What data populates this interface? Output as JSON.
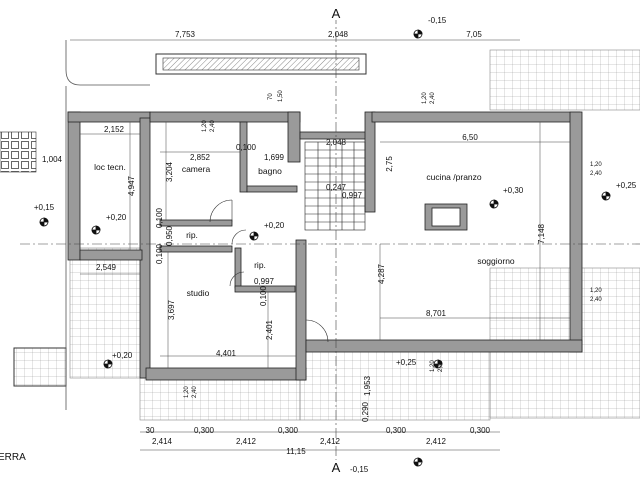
{
  "title": "ERRA",
  "section_marker": "A",
  "rooms": {
    "loc_tecn": "loc tecn.",
    "camera": "camera",
    "bagno": "bagno",
    "rip_1": "rip.",
    "rip_2": "rip.",
    "studio": "studio",
    "cucina": "cucina /pranzo",
    "soggiorno": "soggiorno"
  },
  "levels": {
    "top": "-0,15",
    "bottom": "-0,15",
    "left": "+0,15",
    "loc": "+0,20",
    "hall": "+0,20",
    "cucina": "+0,30",
    "right": "+0,25",
    "terrace_left": "+0,20",
    "terrace_right": "+0,25"
  },
  "dimensions": {
    "top_1": "7,753",
    "top_2": "2,048",
    "top_3": "7,05",
    "loc_w": "2,152",
    "loc_h": "4,947",
    "left_1": "1,004",
    "camera_w": "2,852",
    "camera_h": "3,204",
    "bagno_w": "1,699",
    "w_0100_a": "0,100",
    "w_0100_b": "0,100",
    "w_0100_c": "0,100",
    "w_0100_d": "0,100",
    "rip_w": "0,950",
    "rip2_w": "0,997",
    "studio_h": "3,697",
    "studio_w": "4,401",
    "studio_r": "2,401",
    "bottom_left": "2,549",
    "stair_w": "2,048",
    "stair_a": "0,247",
    "stair_b": "0,997",
    "kitchen_w": "6,50",
    "kitchen_h": "2,75",
    "living_h": "7,148",
    "living_h2": "4,287",
    "living_w": "8,701",
    "terrace_h": "1,953",
    "terrace_t": "0,290",
    "win_120a": "1,20",
    "win_240a": "2,40",
    "win_70": "70",
    "win_150": "1,50",
    "win_120b": "1,20",
    "win_240b": "2,40",
    "win_120c": "1,20",
    "win_240c": "2,40",
    "win_120d": "1,20",
    "win_240d": "2,40",
    "win_120e": "1,20",
    "win_240e": "2,40",
    "win_120f": "1,20",
    "win_240f": "2,40",
    "bay_1": "2,414",
    "bay_2": "2,412",
    "bay_3": "2,412",
    "bay_4": "2,412",
    "col_1": "0,300",
    "col_2": "0,300",
    "col_3": "0,300",
    "col_4": "0,300",
    "col_0": "30",
    "total": "11,15"
  }
}
